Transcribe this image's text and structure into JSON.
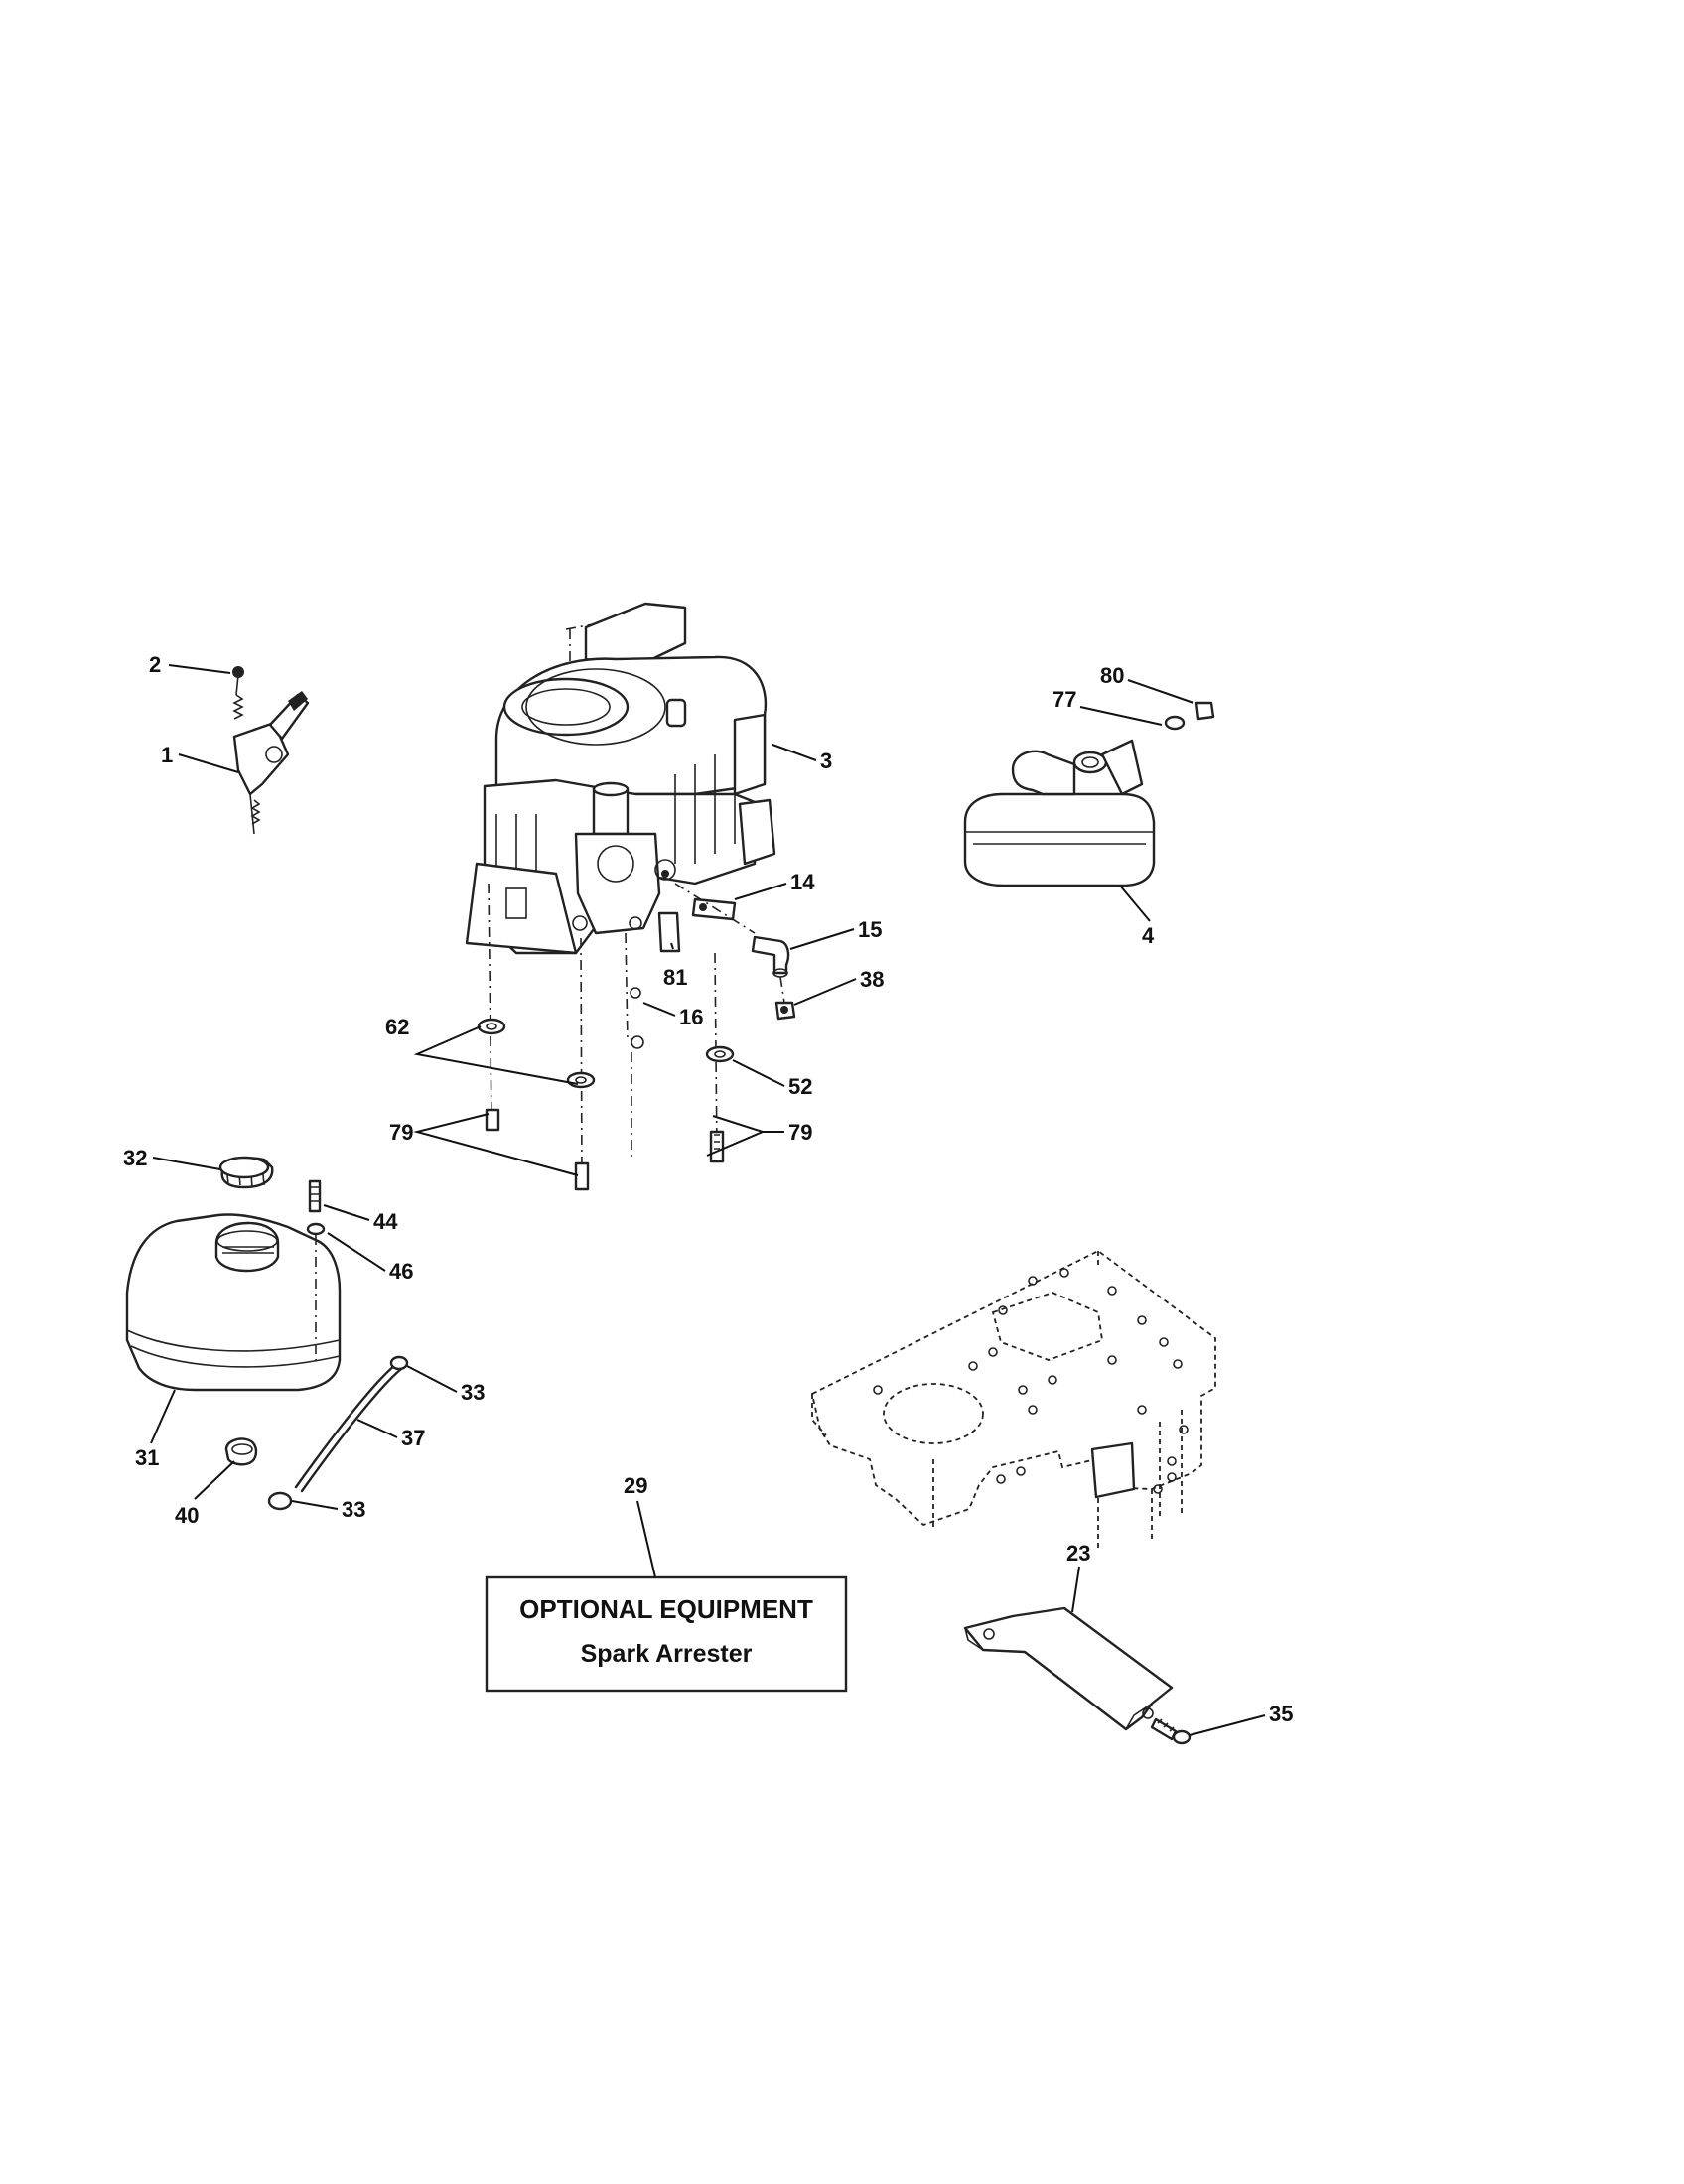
{
  "part_labels": {
    "p1": "1",
    "p2": "2",
    "p3": "3",
    "p4": "4",
    "p14": "14",
    "p15": "15",
    "p16": "16",
    "p23": "23",
    "p29": "29",
    "p31": "31",
    "p32": "32",
    "p33a": "33",
    "p33b": "33",
    "p35": "35",
    "p37": "37",
    "p38": "38",
    "p40": "40",
    "p44": "44",
    "p46": "46",
    "p52": "52",
    "p62": "62",
    "p77": "77",
    "p79a": "79",
    "p79b": "79",
    "p80": "80",
    "p81": "81"
  },
  "optional_box": {
    "title": "OPTIONAL EQUIPMENT",
    "subtitle": "Spark Arrester"
  }
}
